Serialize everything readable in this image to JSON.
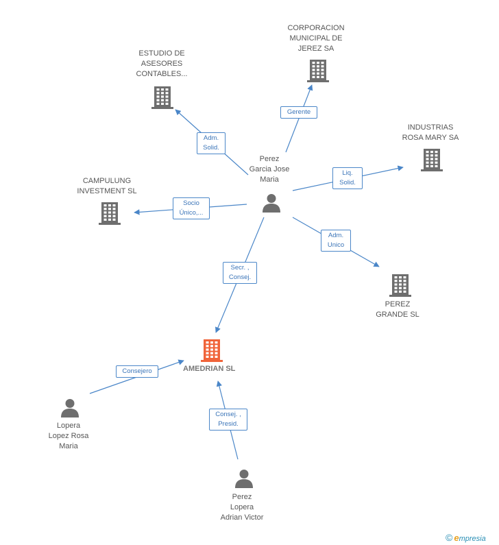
{
  "nodes": {
    "perez_garcia": {
      "label": [
        "Perez",
        "Garcia Jose",
        "Maria"
      ],
      "kind": "person",
      "icon": "person-icon"
    },
    "corporacion": {
      "label": [
        "CORPORACION",
        "MUNICIPAL DE",
        "JEREZ SA"
      ],
      "kind": "company",
      "icon": "building-icon"
    },
    "estudio": {
      "label": [
        "ESTUDIO DE",
        "ASESORES",
        "CONTABLES..."
      ],
      "kind": "company",
      "icon": "building-icon"
    },
    "industrias": {
      "label": [
        "INDUSTRIAS",
        "ROSA MARY SA"
      ],
      "kind": "company",
      "icon": "building-icon"
    },
    "campulung": {
      "label": [
        "CAMPULUNG",
        "INVESTMENT SL"
      ],
      "kind": "company",
      "icon": "building-icon"
    },
    "perez_grande": {
      "label": [
        "PEREZ",
        "GRANDE SL"
      ],
      "kind": "company",
      "icon": "building-icon"
    },
    "amedrian": {
      "label": [
        "AMEDRIAN SL"
      ],
      "kind": "company-main",
      "icon": "building-icon"
    },
    "lopera_lopez": {
      "label": [
        "Lopera",
        "Lopez Rosa",
        "Maria"
      ],
      "kind": "person",
      "icon": "person-icon"
    },
    "perez_lopera": {
      "label": [
        "Perez",
        "Lopera",
        "Adrian Victor"
      ],
      "kind": "person",
      "icon": "person-icon"
    }
  },
  "edges": [
    {
      "id": "gerente",
      "label": [
        "Gerente"
      ]
    },
    {
      "id": "adm_solid",
      "label": [
        "Adm.",
        "Solid."
      ]
    },
    {
      "id": "liq_solid",
      "label": [
        "Liq.",
        "Solid."
      ]
    },
    {
      "id": "socio_unico",
      "label": [
        "Socio",
        "Único,..."
      ]
    },
    {
      "id": "adm_unico",
      "label": [
        "Adm.",
        "Unico"
      ]
    },
    {
      "id": "secr_consej",
      "label": [
        "Secr. ,",
        "Consej."
      ]
    },
    {
      "id": "consejero",
      "label": [
        "Consejero"
      ]
    },
    {
      "id": "consej_presid",
      "label": [
        "Consej. ,",
        "Presid."
      ]
    }
  ],
  "colors": {
    "company": "#6e6e6e",
    "main_company": "#f0643a",
    "person": "#6e6e6e",
    "edge": "#4a86c8"
  },
  "brand": {
    "copyright": "©",
    "e": "e",
    "rest": "mpresia"
  }
}
